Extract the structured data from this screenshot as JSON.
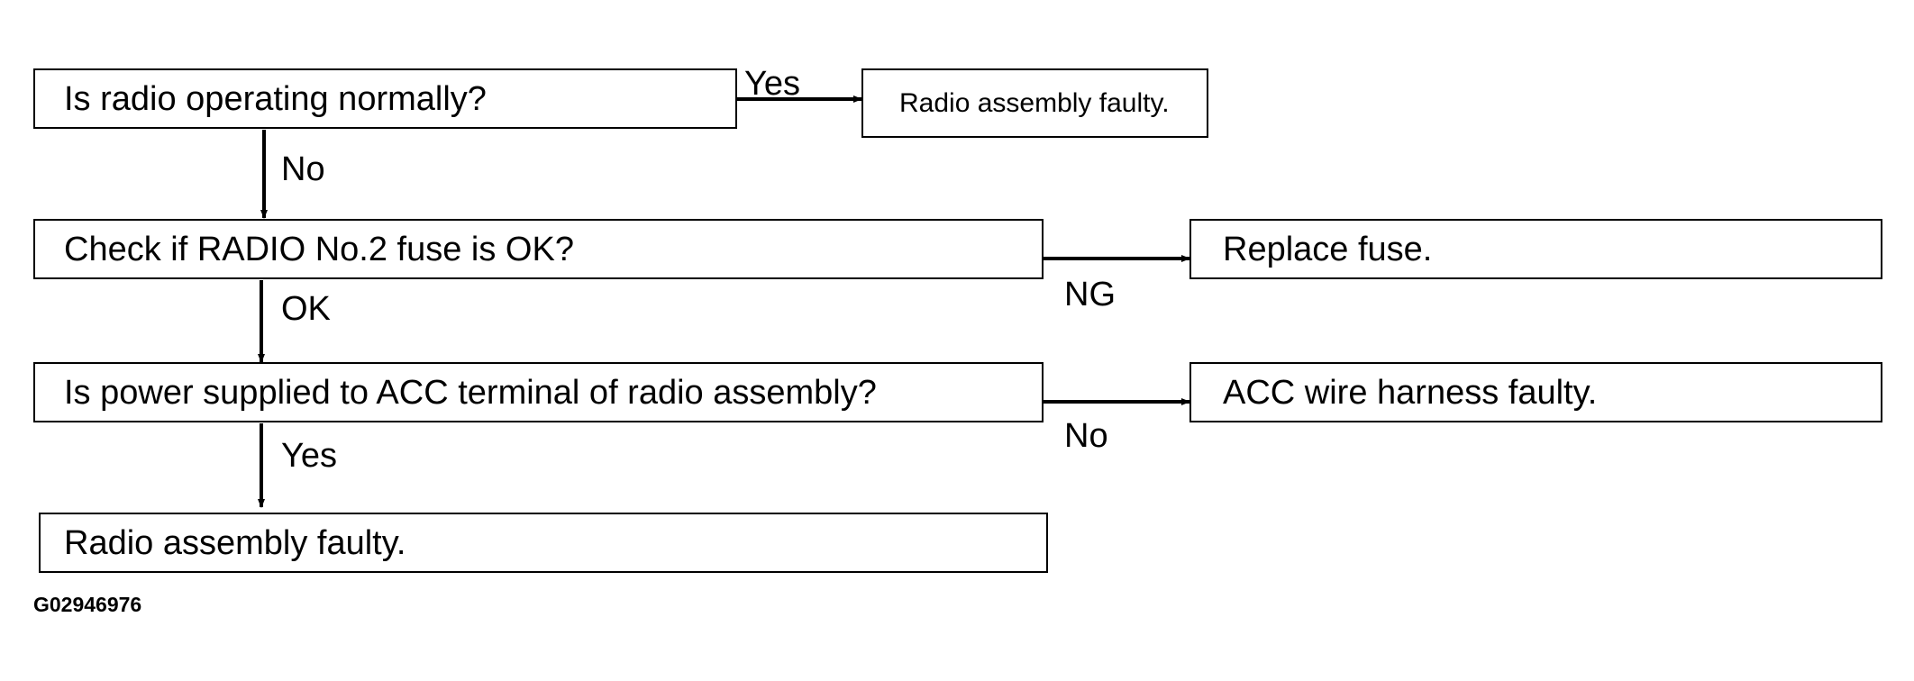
{
  "steps": {
    "q1": "Is radio operating normally?",
    "q2": "Check if RADIO No.2 fuse is OK?",
    "q3": "Is power supplied to ACC terminal of radio assembly?"
  },
  "results": {
    "r1": "Radio assembly faulty.",
    "r2": "Replace fuse.",
    "r3": "ACC wire harness faulty.",
    "r4": "Radio assembly faulty."
  },
  "branch_labels": {
    "q1_yes": "Yes",
    "q1_no": "No",
    "q2_ok": "OK",
    "q2_ng": "NG",
    "q3_no": "No",
    "q3_yes": "Yes"
  },
  "figure_code": "G02946976"
}
